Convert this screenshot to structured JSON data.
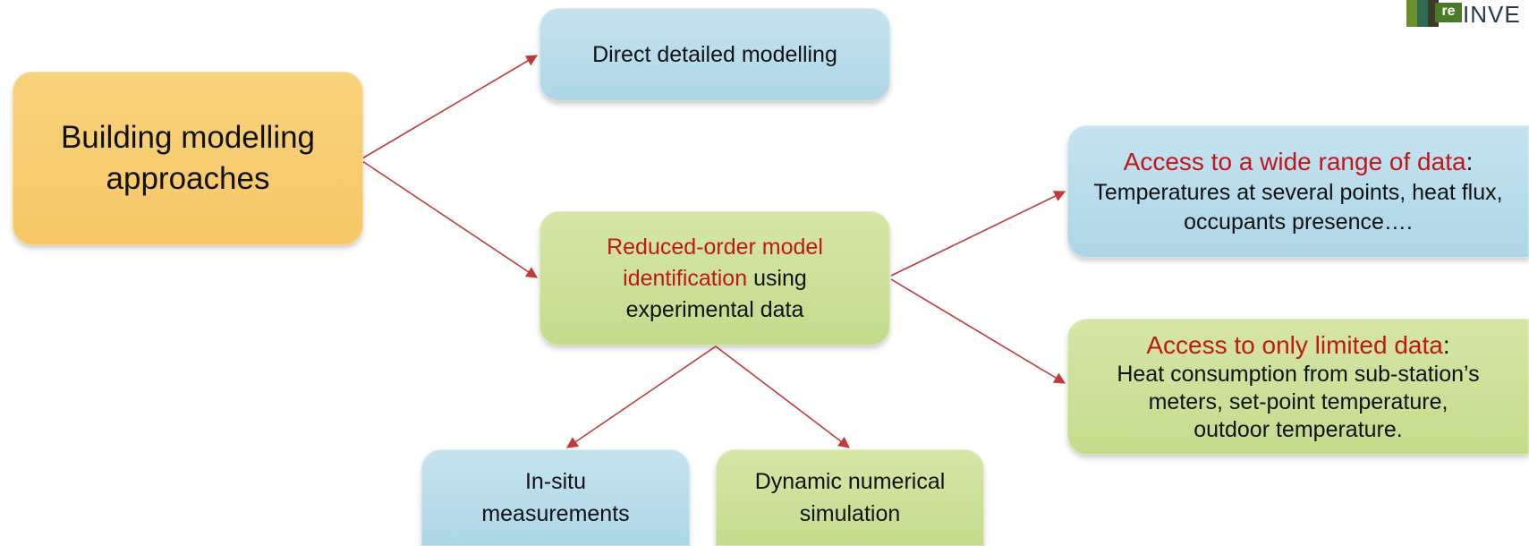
{
  "logo": {
    "re": "re",
    "text": "INVE"
  },
  "root": {
    "label": "Building modelling approaches"
  },
  "direct": {
    "label": "Direct detailed modelling"
  },
  "reduced": {
    "highlight": "Reduced-order model identification",
    "rest": " using experimental data"
  },
  "wide": {
    "highlight": "Access to a wide range of data",
    "colon": ":",
    "body": "Temperatures at several points, heat flux, occupants presence…."
  },
  "limited": {
    "highlight": "Access to only limited data",
    "colon": ":",
    "body": "Heat consumption from sub-station’s meters, set-point temperature, outdoor temperature."
  },
  "insitu": {
    "label": "In-situ measurements"
  },
  "dynamic": {
    "label": "Dynamic numerical simulation"
  },
  "colors": {
    "arrow": "#c0393b",
    "highlight": "#c0171d"
  }
}
